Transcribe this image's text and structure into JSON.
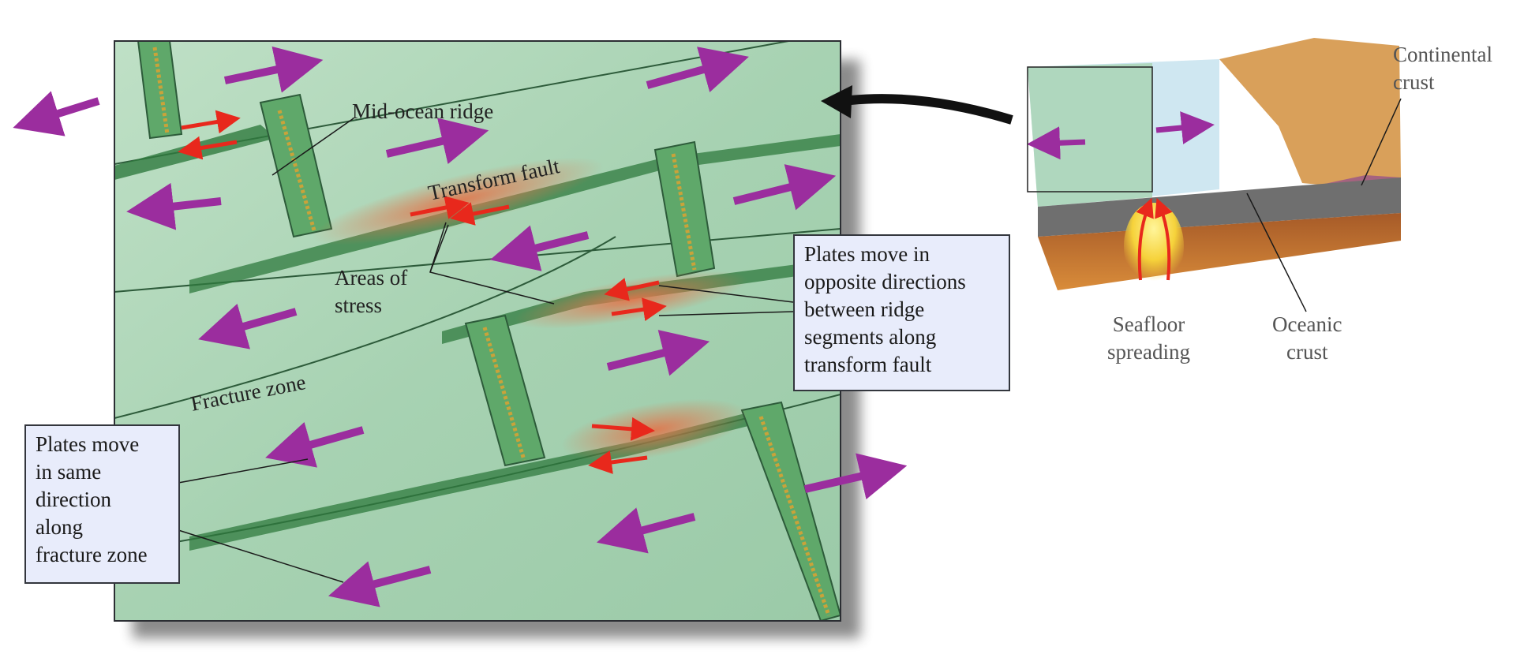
{
  "labels": {
    "mid_ocean_ridge": "Mid-ocean ridge",
    "transform_fault": "Transform fault",
    "areas_of_stress": [
      "Areas of",
      "stress"
    ],
    "fracture_zone": "Fracture zone",
    "continental_crust": [
      "Continental",
      "crust"
    ],
    "seafloor_spreading": [
      "Seafloor",
      "spreading"
    ],
    "oceanic_crust": [
      "Oceanic",
      "crust"
    ]
  },
  "callouts": {
    "opposite": [
      "Plates move in",
      "opposite directions",
      "between ridge",
      "segments along",
      "transform fault"
    ],
    "same": [
      "Plates move",
      "in same",
      "direction",
      "along",
      "fracture zone"
    ]
  },
  "colors": {
    "plate_arrow": "#9b2d9e",
    "stress_arrow": "#e8281c",
    "sea_floor": "#a9d3b5",
    "ridge_green": "#4f9a5a",
    "stress_glow": "#e2744a",
    "callout_fill": "#e8ecfb",
    "ocean_blue": "#cfe7f1",
    "magma": "#f6d23a",
    "mantle": "#c7782f"
  }
}
